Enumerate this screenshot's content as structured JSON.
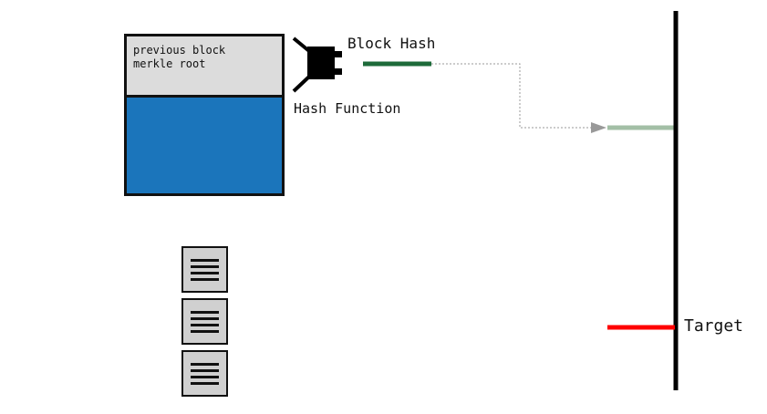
{
  "block": {
    "header_lines": [
      "previous block",
      "merkle root"
    ],
    "body_color": "#1b75bb",
    "header_color": "#dcdcdc"
  },
  "labels": {
    "block_hash": "Block Hash",
    "hash_function": "Hash Function",
    "target": "Target"
  },
  "transactions": {
    "count": 3,
    "icon": "document-lines-icon"
  },
  "colors": {
    "block_hash_line": "#1e6b3a",
    "projected_hash_line": "#a3bfa6",
    "target_line": "#ff0000",
    "axis": "#000000",
    "connector": "#999999"
  }
}
